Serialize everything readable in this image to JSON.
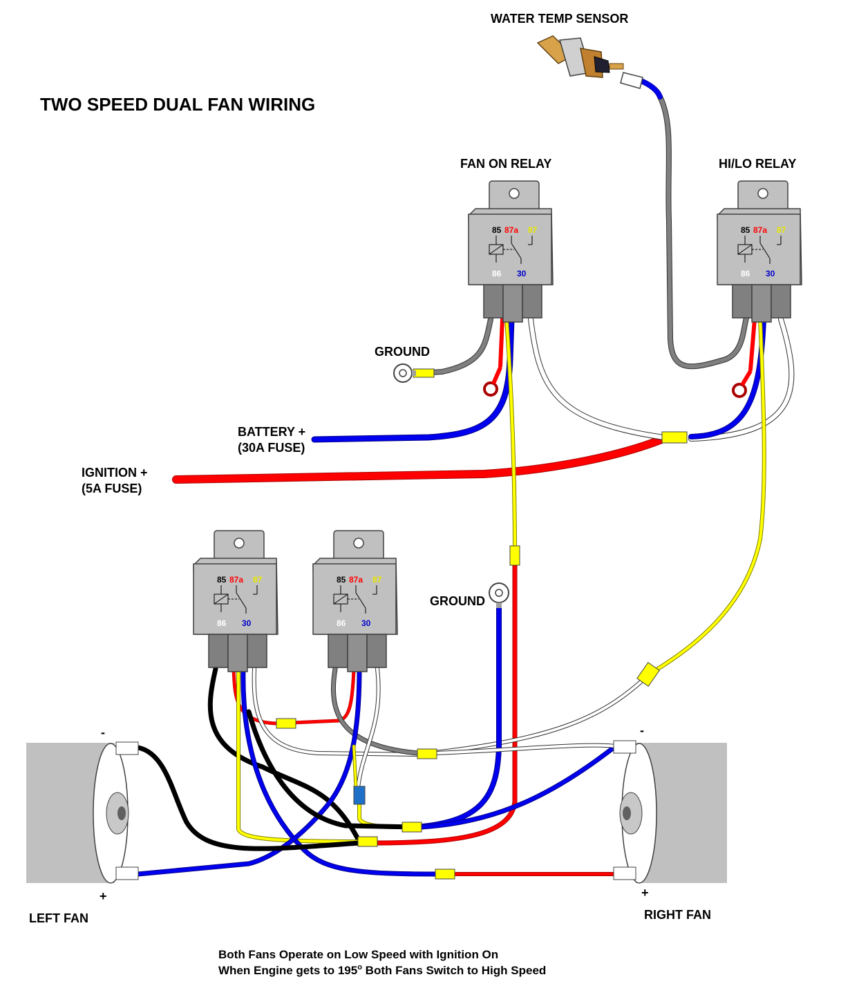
{
  "title": "TWO SPEED DUAL FAN WIRING",
  "labels": {
    "water_temp_sensor": "WATER TEMP SENSOR",
    "fan_on_relay": "FAN ON RELAY",
    "hilo_relay": "HI/LO RELAY",
    "ground_top": "GROUND",
    "ground_mid": "GROUND",
    "battery_line1": "BATTERY +",
    "battery_line2": "(30A FUSE)",
    "ignition_line1": "IGNITION +",
    "ignition_line2": "(5A FUSE)",
    "left_fan": "LEFT FAN",
    "right_fan": "RIGHT FAN",
    "minus": "-",
    "plus": "+"
  },
  "relay_pins": {
    "p85": "85",
    "p87a": "87a",
    "p87": "87",
    "p86": "86",
    "p30": "30"
  },
  "notes": {
    "line1": "Both Fans Operate on Low Speed with Ignition On",
    "line2_pre": "When Engine gets to 195",
    "line2_deg": "o",
    "line2_post": " Both Fans Switch to High Speed"
  },
  "colors": {
    "wire_red": "#ff0000",
    "wire_blue": "#0000ee",
    "wire_yellow": "#ffff00",
    "wire_white": "#ffffff",
    "wire_gray": "#808080",
    "wire_black": "#000000",
    "relay_body": "#c0c0c0",
    "pin_85": "#000000",
    "pin_87a": "#ff0000",
    "pin_87": "#e8e800",
    "pin_86": "#ffffff",
    "pin_30": "#0000cc"
  }
}
